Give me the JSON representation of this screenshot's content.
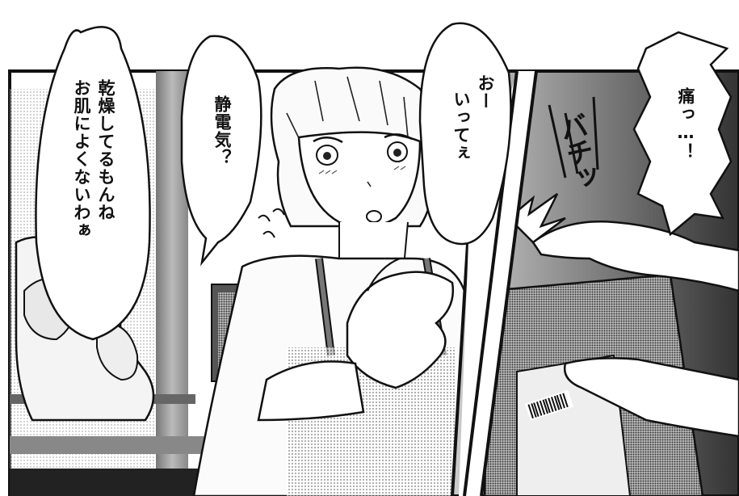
{
  "speech_bubbles": {
    "left": {
      "line1": "乾燥してるもんね",
      "line2": "お肌によくないわぁ"
    },
    "center": {
      "line1": "静電気？"
    },
    "right_center": {
      "line1": "おー",
      "line2": "いってぇ"
    },
    "far_right": {
      "line1": "痛っ…！"
    }
  },
  "sound_effects": {
    "spark": "バチッ",
    "hair_rustle": "〳〵"
  }
}
